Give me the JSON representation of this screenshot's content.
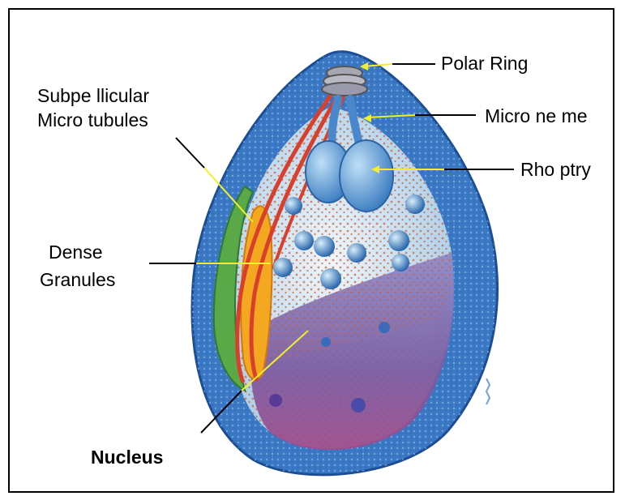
{
  "labels": {
    "polar_ring": "Polar Ring",
    "microneme": "Micro ne me",
    "rhoptry": "Rho ptry",
    "subpellicular_line1": "Subpe llicular",
    "subpellicular_line2": "Micro tubules",
    "dense_line1": "Dense",
    "dense_line2": "Granules",
    "nucleus": "Nucleus"
  },
  "colors": {
    "membrane": "#3a78c4",
    "cytoplasm": "#cfe4f4",
    "nucleus": "#8a5aa8",
    "leader_yellow": "#f2ee2a",
    "leader_black": "#000000",
    "microtubule": "#d8402c",
    "dense_granule": "#f4a820",
    "green_band": "#5aa848"
  }
}
